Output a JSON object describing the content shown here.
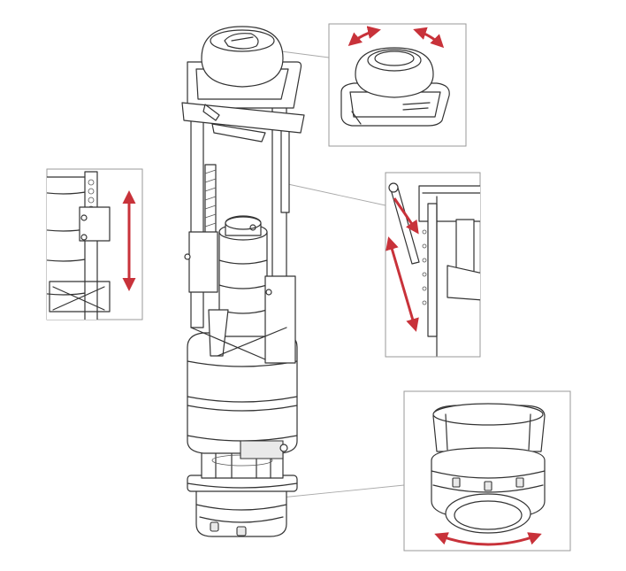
{
  "colors": {
    "arrow": "#c8323a",
    "line_art": "#333333",
    "frame": "#9a9a9a",
    "leader": "#aaaaaa",
    "background": "#ffffff"
  },
  "main_illustration": {
    "subject": "flush-valve-assembly",
    "parts": [
      "push-button-cap",
      "top-bracket",
      "adjustable-frame",
      "float-column",
      "valve-body",
      "base-seal"
    ]
  },
  "details": [
    {
      "id": "cap-rotation",
      "motion": "rotate",
      "arrows": 2
    },
    {
      "id": "height-adjust",
      "motion": "vertical-slide",
      "arrows": 1
    },
    {
      "id": "rod-adjust",
      "motion": "diagonal-slide",
      "arrows": 2
    },
    {
      "id": "base-rotation",
      "motion": "rotate",
      "arrows": 1
    }
  ]
}
